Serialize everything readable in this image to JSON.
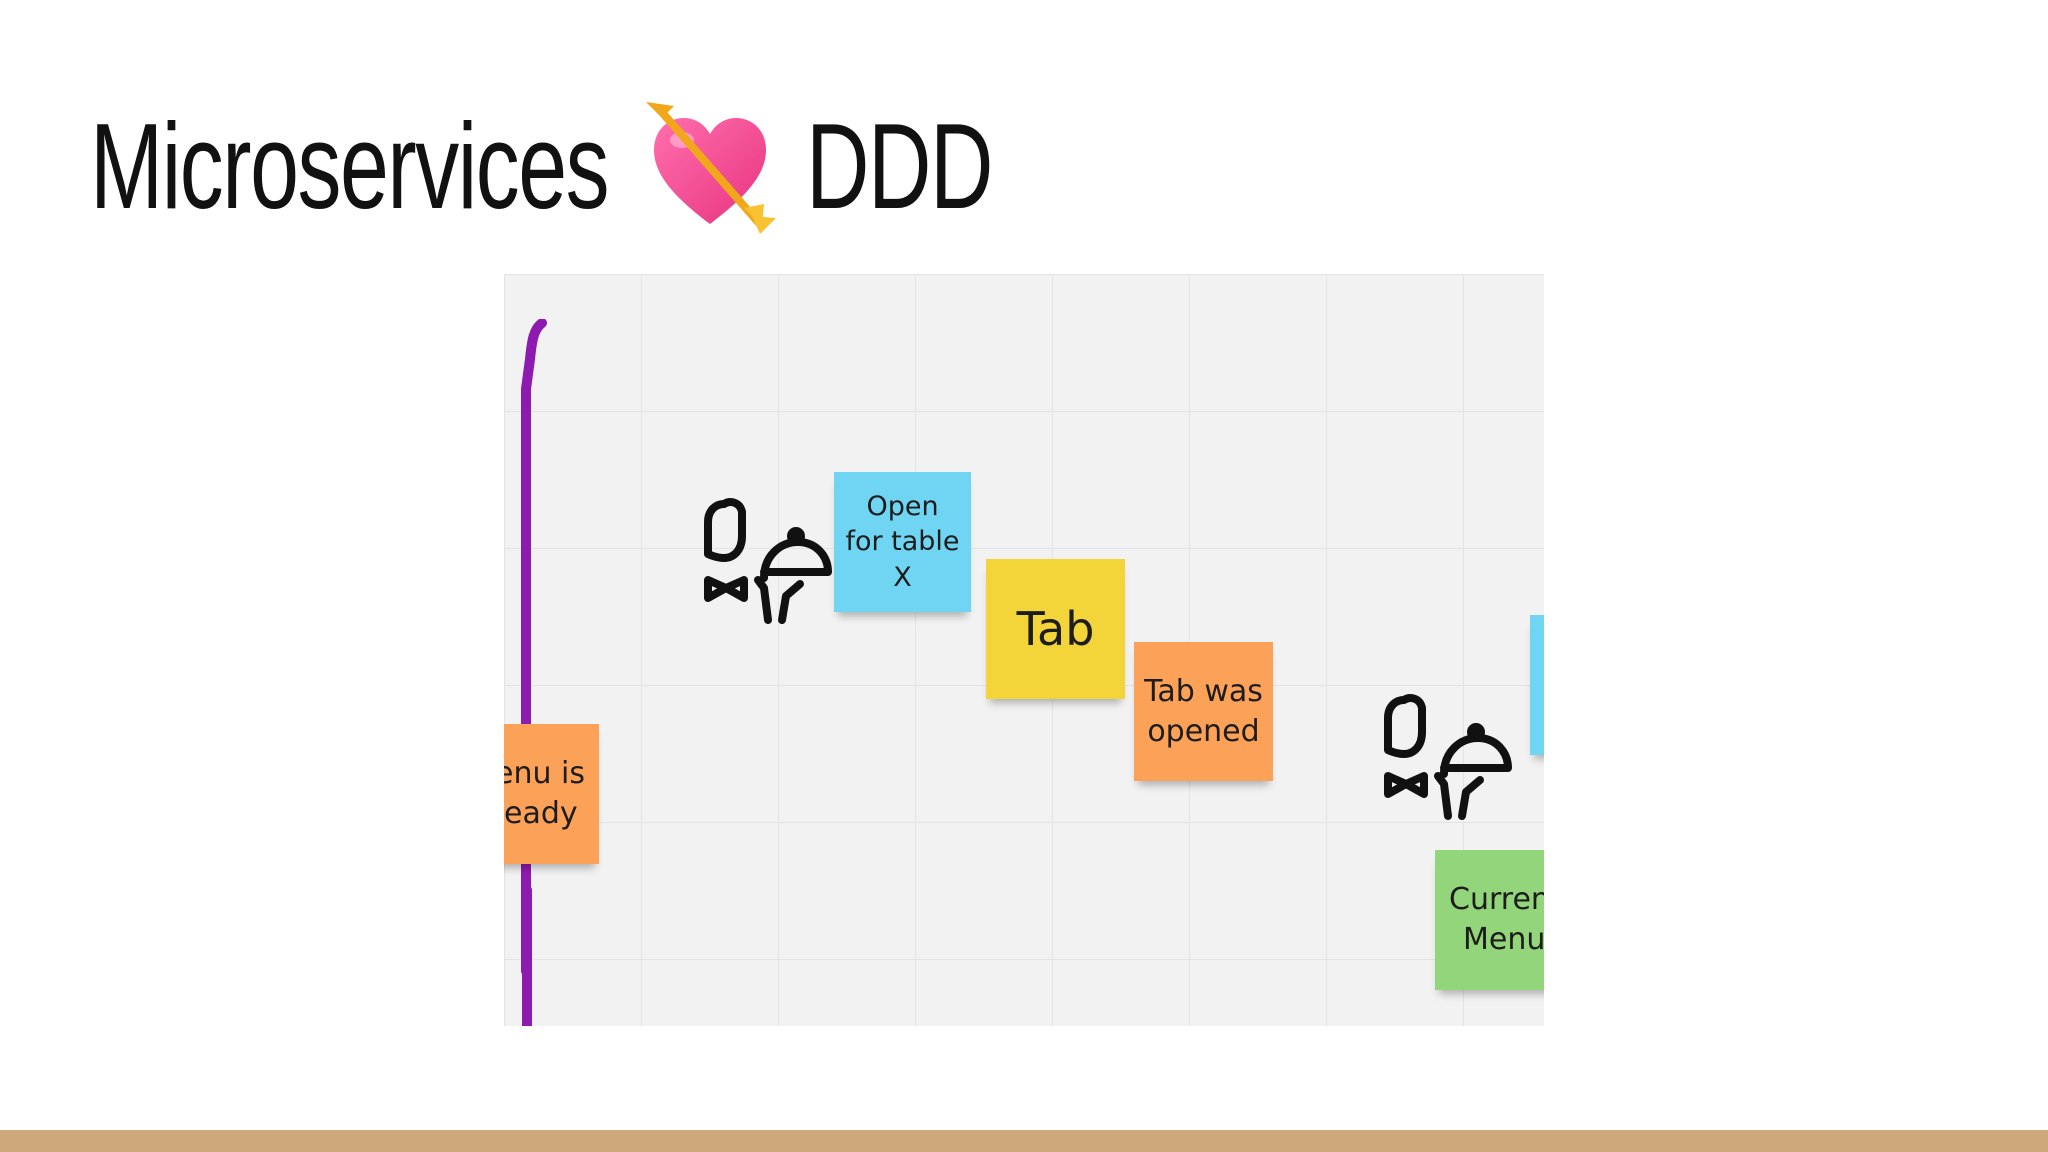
{
  "slide": {
    "title_left": "Microservices",
    "title_emoji": "heart-with-arrow-icon",
    "title_right": "DDD"
  },
  "board": {
    "stickies": {
      "menu_ready": {
        "line1": "enu is",
        "line2": "eady",
        "color": "#fca158"
      },
      "open_for_table": {
        "line1": "Open",
        "line2": "for table",
        "line3": "X",
        "color": "#6fd5f2"
      },
      "tab": {
        "line1": "Tab",
        "color": "#f3d539"
      },
      "tab_opened": {
        "line1": "Tab was",
        "line2": "opened",
        "color": "#fca158"
      },
      "current_menu": {
        "line1": "Curren",
        "line2": "Menu",
        "color": "#93d57a"
      },
      "edge_blue": {
        "color": "#6fd5f2"
      }
    },
    "icons": [
      "waiter-icon",
      "waiter-icon"
    ],
    "accent_line_color": "#8e1bb0"
  },
  "footer": {
    "color": "#cca87b"
  }
}
